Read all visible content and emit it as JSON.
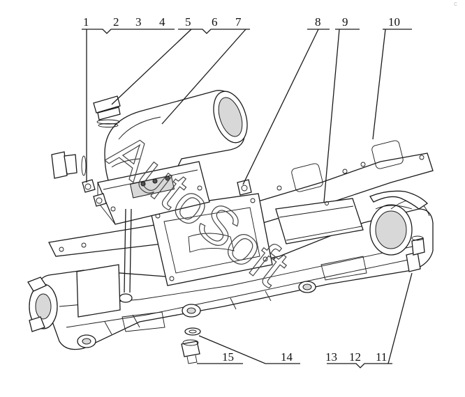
{
  "callouts": {
    "top": [
      "1",
      "2",
      "3",
      "4",
      "5",
      "6",
      "7",
      "8",
      "9",
      "10"
    ],
    "bottom": [
      "15",
      "14",
      "13",
      "12",
      "11"
    ]
  },
  "watermark": "AutoSoft",
  "corner_mark": "C"
}
